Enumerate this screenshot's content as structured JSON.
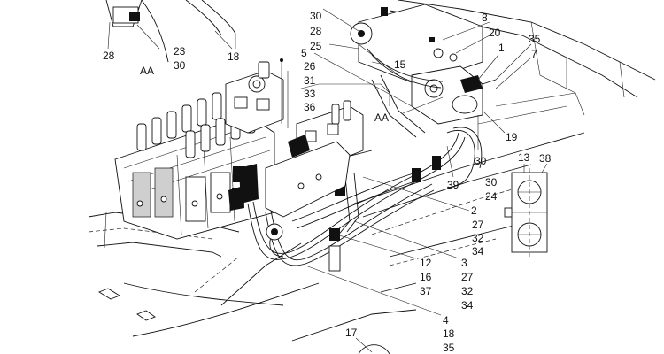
{
  "callouts": {
    "c28_top": "28",
    "c23": "23",
    "c30_a": "30",
    "c18_top": "18",
    "c30_b": "30",
    "c28_b": "28",
    "c25": "25",
    "c5": "5",
    "c26": "26",
    "c31": "31",
    "c33": "33",
    "c36": "36",
    "c15": "15",
    "c8": "8",
    "c20": "20",
    "c1": "1",
    "c35_top": "35",
    "c7": "7",
    "c19": "19",
    "c30_c": "30",
    "c39": "39",
    "c13": "13",
    "c38": "38",
    "c30_d": "30",
    "c24": "24",
    "c2": "2",
    "c27_a": "27",
    "c32_a": "32",
    "c34_a": "34",
    "c12": "12",
    "c16": "16",
    "c37": "37",
    "c3": "3",
    "c27_b": "27",
    "c32_b": "32",
    "c34_b": "34",
    "c4": "4",
    "c18_b": "18",
    "c35_b": "35",
    "c17": "17"
  },
  "view_labels": {
    "aa_left": "AA",
    "aa_right": "AA"
  }
}
